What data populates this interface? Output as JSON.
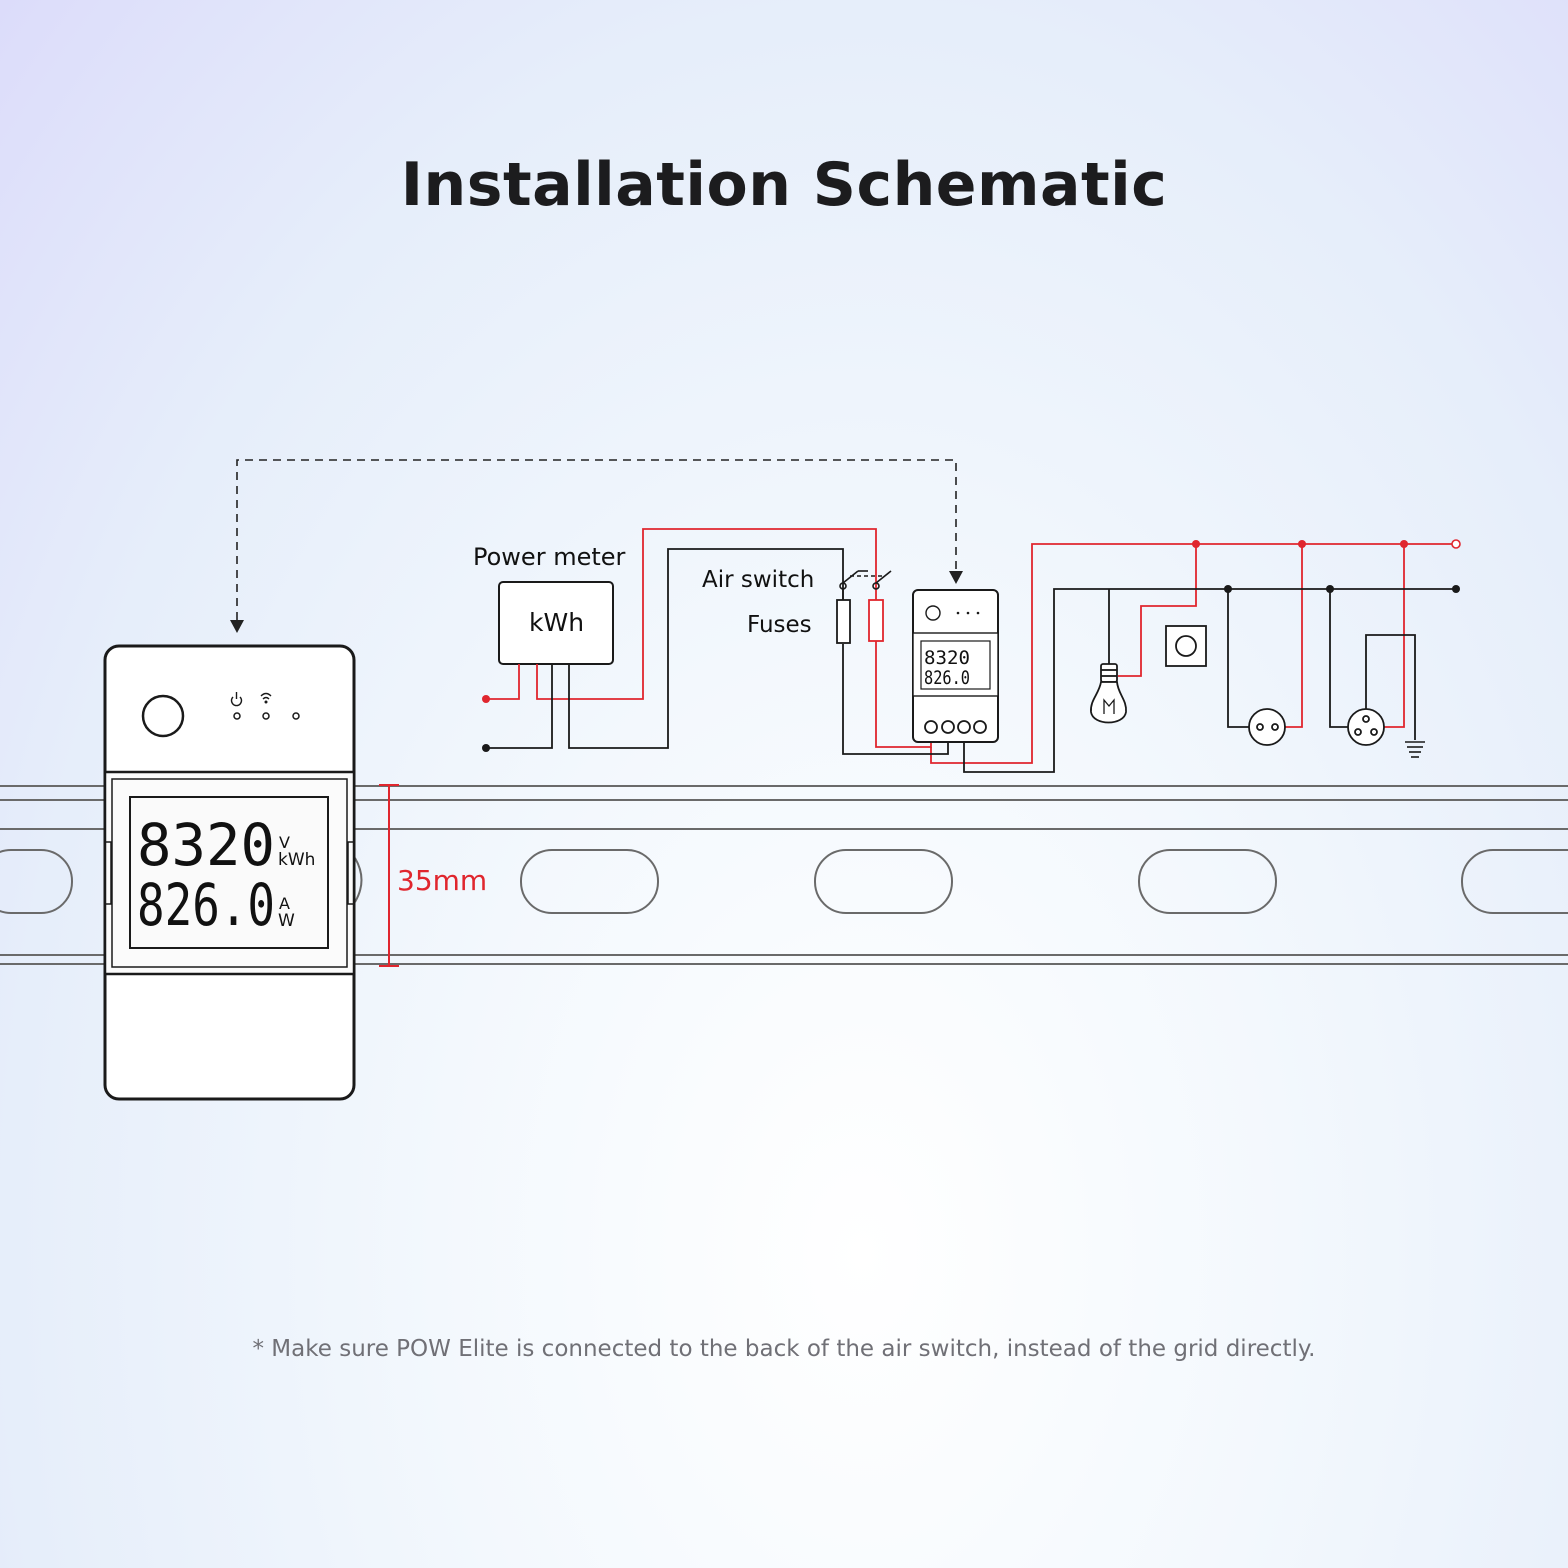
{
  "title": "Installation Schematic",
  "labels": {
    "power_meter": "Power meter",
    "kwh": "kWh",
    "air_switch": "Air switch",
    "fuses": "Fuses",
    "rail_width": "35mm"
  },
  "device_display": {
    "row1_value": "8320",
    "row1_unit_top": "V",
    "row1_unit_bottom": "kWh",
    "row2_value": "826.0",
    "row2_unit_top": "A",
    "row2_unit_bottom": "W"
  },
  "footnote": "* Make sure POW Elite is connected to the back of the air switch, instead of the grid directly.",
  "colors": {
    "live_wire": "#e0262e",
    "neutral_wire": "#1a1a1a",
    "rail": "#6a6a6a",
    "title": "#1c1c1e",
    "footnote": "#707076"
  },
  "icons": [
    "power-icon",
    "wifi-icon",
    "light-bulb-icon",
    "wall-switch-icon",
    "socket-icon",
    "grounded-socket-icon",
    "ground-icon"
  ]
}
